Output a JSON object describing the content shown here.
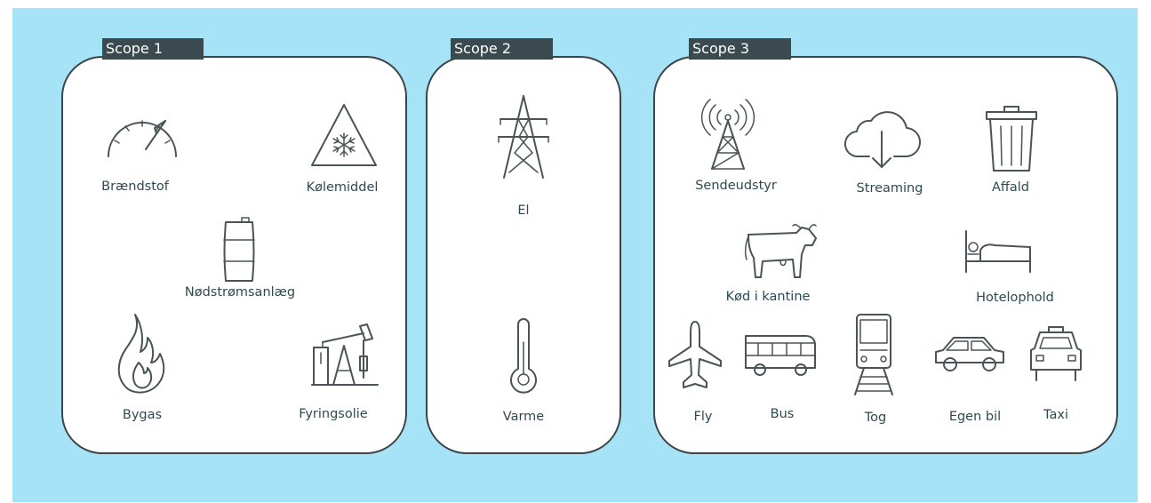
{
  "scope1": {
    "title": "Scope 1",
    "items": [
      "Brændstof",
      "Kølemiddel",
      "Nødstrømsanlæg",
      "Bygas",
      "Fyringsolie"
    ]
  },
  "scope2": {
    "title": "Scope 2",
    "items": [
      "El",
      "Varme"
    ]
  },
  "scope3": {
    "title": "Scope 3",
    "items": [
      "Sendeudstyr",
      "Streaming",
      "Affald",
      "Kød i kantine",
      "Hotelophold",
      "Fly",
      "Bus",
      "Tog",
      "Egen bil",
      "Taxi"
    ]
  },
  "icons": {
    "scope1": [
      "gauge-icon",
      "snowflake-warning-icon",
      "oil-barrel-icon",
      "flame-icon",
      "oil-pump-icon"
    ],
    "scope2": [
      "power-pylon-icon",
      "thermometer-icon"
    ],
    "scope3": [
      "antenna-tower-icon",
      "cloud-download-icon",
      "trash-can-icon",
      "cow-icon",
      "bed-icon",
      "airplane-icon",
      "bus-icon",
      "train-icon",
      "car-icon",
      "taxi-icon"
    ]
  },
  "colors": {
    "background": "#a6e3f7",
    "tag": "#3b4a4f",
    "stroke": "#4a5457"
  }
}
